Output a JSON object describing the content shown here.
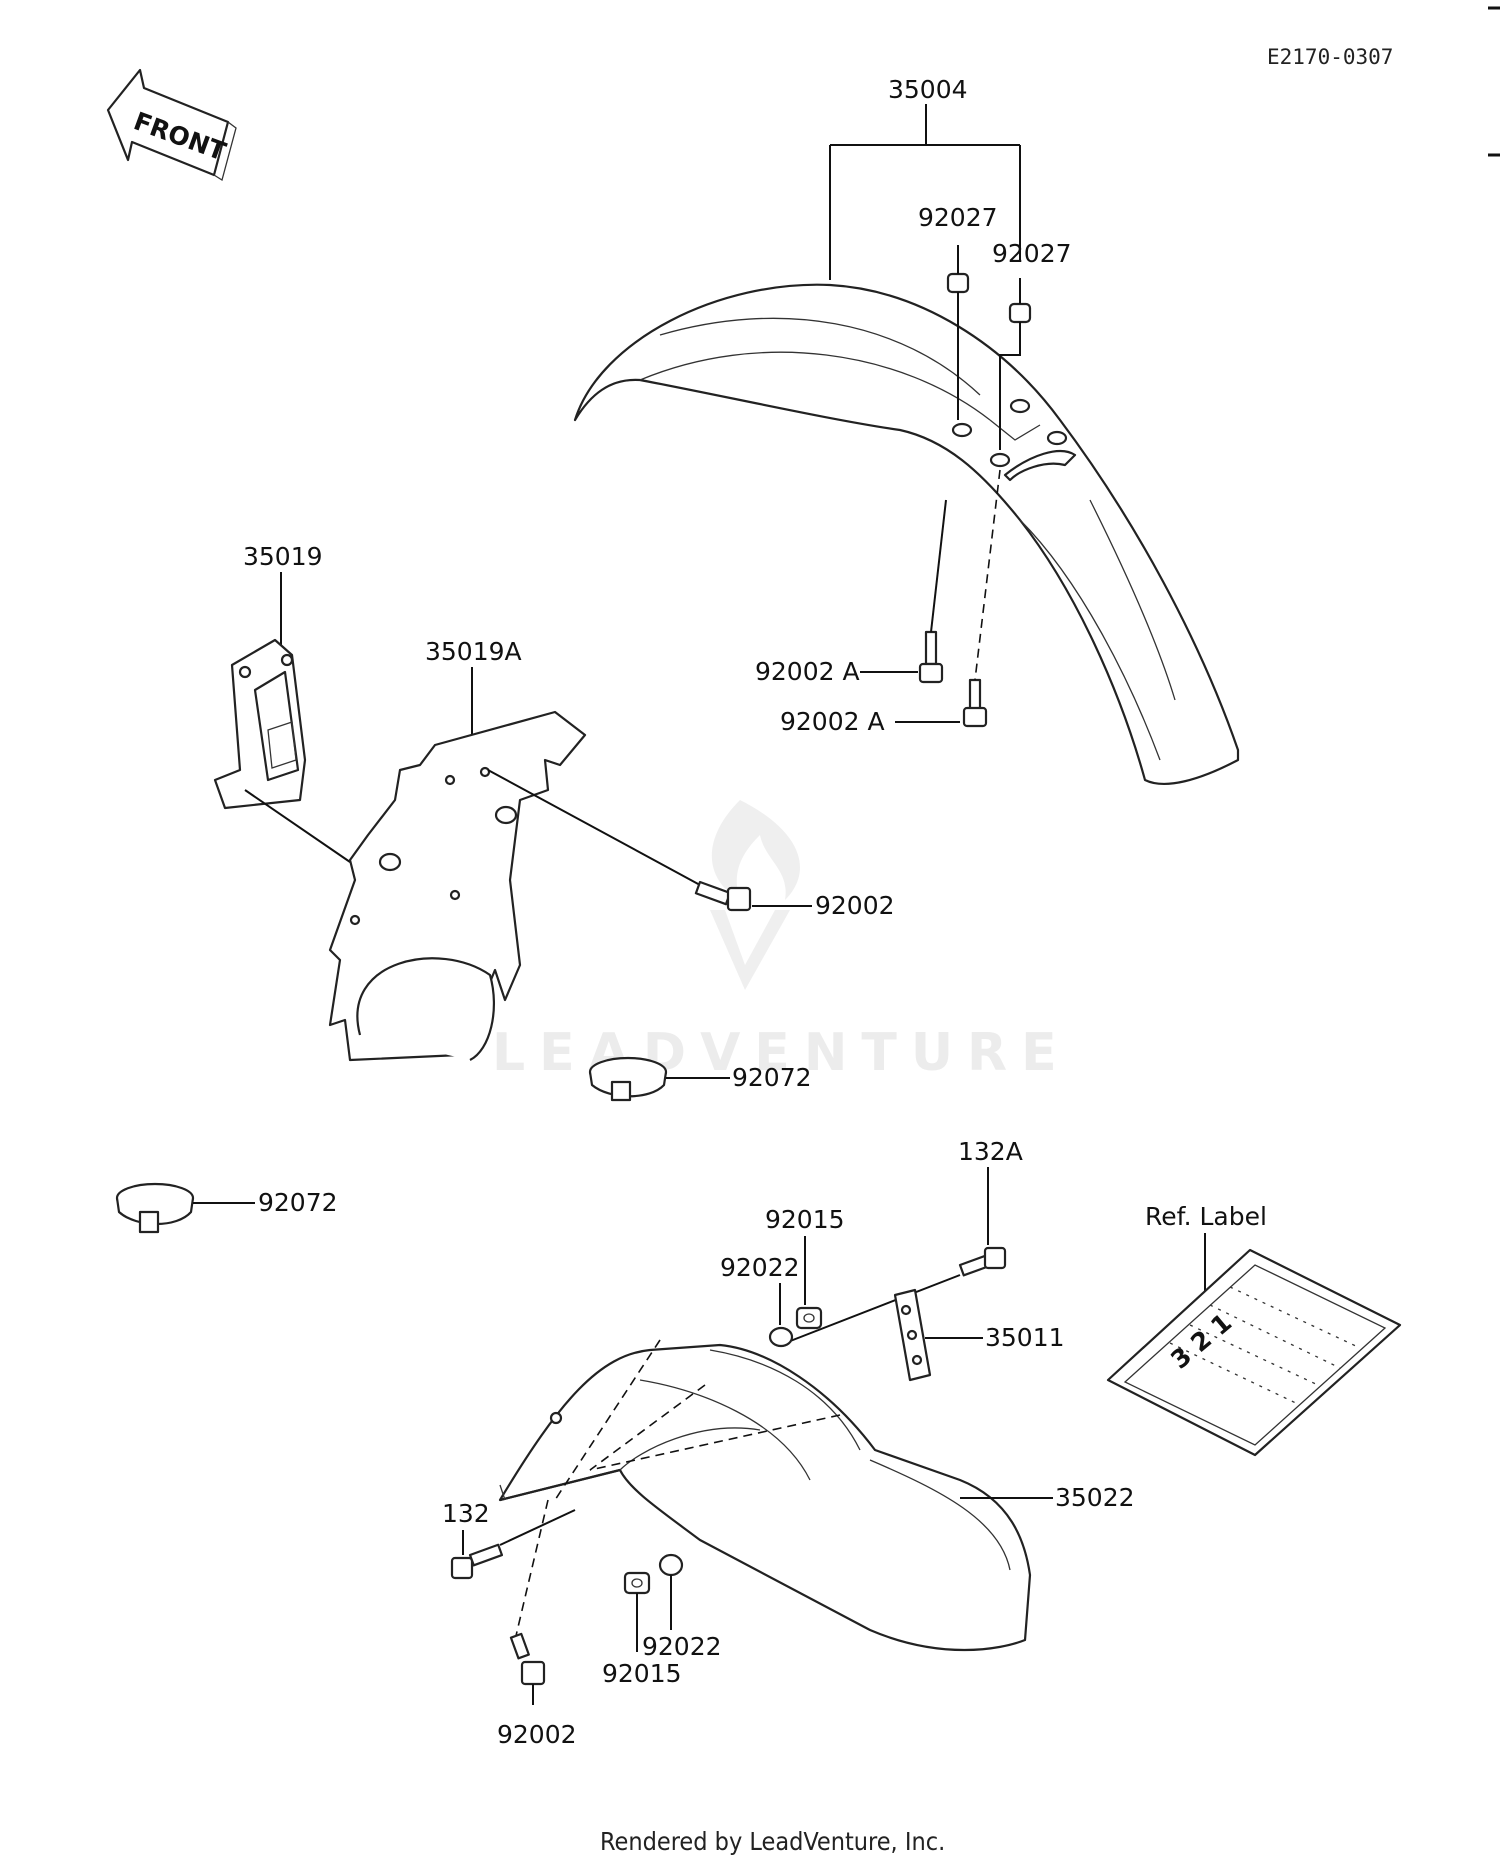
{
  "diagram_code": "E2170-0307",
  "front_arrow_text": "FRONT",
  "watermark": "LEADVENTURE",
  "footer": "Rendered by LeadVenture, Inc.",
  "callouts": {
    "front_fender_assy": "35004",
    "grommet_left": "92027",
    "grommet_right": "92027",
    "front_bolt_upper": "92002 A",
    "front_bolt_lower": "92002 A",
    "flap": "35019",
    "flap_bracket": "35019A",
    "bracket_bolt": "92002",
    "clamp_upper": "92072",
    "clamp_left": "92072",
    "rear_bolt_upper": "132A",
    "rear_nut_upper": "92015",
    "rear_washer_upper": "92022",
    "rear_bracket": "35011",
    "rear_fender": "35022",
    "rear_bolt_left": "132",
    "rear_washer_lower": "92022",
    "rear_nut_lower": "92015",
    "rear_bolt_bottom": "92002",
    "ref_label": "Ref. Label"
  },
  "label_sheet_text": "3 2 1"
}
